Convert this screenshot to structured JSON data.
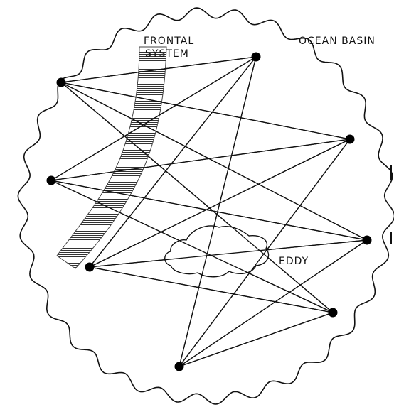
{
  "labels": {
    "ocean_basin": "OCEAN BASIN",
    "frontal_line1": "FRONTAL",
    "frontal_line2": "SYSTEM",
    "eddy": "EDDY"
  },
  "elements": {
    "transceivers": [
      {
        "id": "n1",
        "name": "transceiver-1"
      },
      {
        "id": "n2",
        "name": "transceiver-2"
      },
      {
        "id": "n3",
        "name": "transceiver-3"
      },
      {
        "id": "n4",
        "name": "transceiver-4"
      },
      {
        "id": "n5",
        "name": "transceiver-5"
      },
      {
        "id": "n6",
        "name": "transceiver-6"
      },
      {
        "id": "n7",
        "name": "transceiver-7"
      },
      {
        "id": "n8",
        "name": "transceiver-8"
      }
    ],
    "ray_paths": [
      [
        "n1",
        "n5"
      ],
      [
        "n1",
        "n6"
      ],
      [
        "n1",
        "n7"
      ],
      [
        "n1",
        "n8"
      ],
      [
        "n2",
        "n5"
      ],
      [
        "n2",
        "n6"
      ],
      [
        "n2",
        "n7"
      ],
      [
        "n2",
        "n8"
      ],
      [
        "n3",
        "n5"
      ],
      [
        "n3",
        "n6"
      ],
      [
        "n3",
        "n7"
      ],
      [
        "n3",
        "n8"
      ],
      [
        "n4",
        "n5"
      ],
      [
        "n4",
        "n6"
      ],
      [
        "n4",
        "n7"
      ],
      [
        "n4",
        "n8"
      ]
    ]
  }
}
